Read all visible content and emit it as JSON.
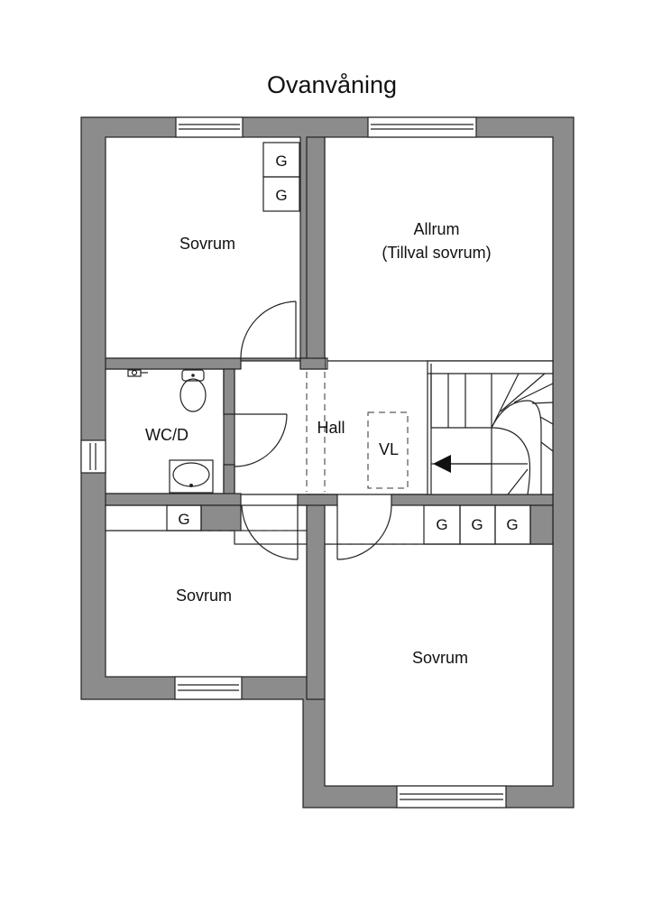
{
  "title": "Ovanvåning",
  "rooms": {
    "bedroom_top_left": "Sovrum",
    "allrum_line1": "Allrum",
    "allrum_line2": "(Tillval sovrum)",
    "wc": "WC/D",
    "hall": "Hall",
    "vl": "VL",
    "bedroom_bottom_left": "Sovrum",
    "bedroom_bottom_right": "Sovrum"
  },
  "closet_label": "G",
  "colors": {
    "wall": "#8c8c8c",
    "line": "#222222",
    "floor": "#ffffff"
  }
}
